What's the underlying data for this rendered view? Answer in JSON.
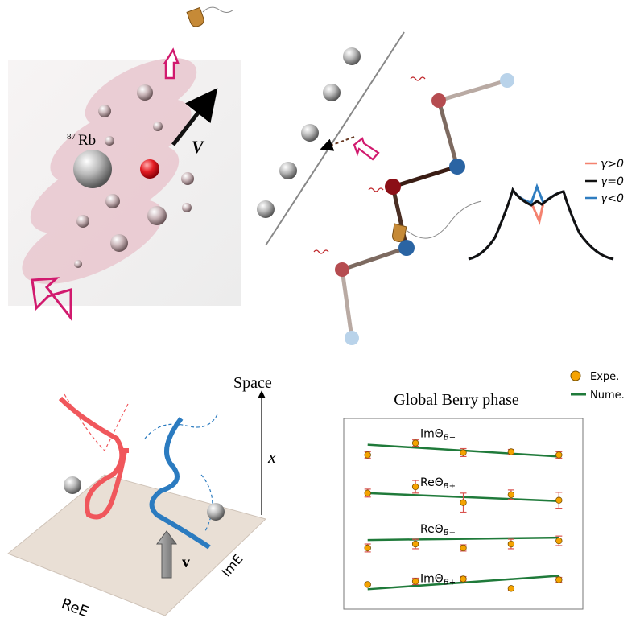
{
  "panel_a": {
    "isotope_mass": "87",
    "element": "Rb",
    "velocity_label": "V"
  },
  "panel_b": {
    "legend": [
      {
        "label": "γ>0",
        "color": "#f4826f"
      },
      {
        "label": "γ=0",
        "color": "#111111"
      },
      {
        "label": "γ<0",
        "color": "#2f7dc0"
      }
    ]
  },
  "panel_c": {
    "axis_vertical": "Space",
    "axis_vertical_var": "x",
    "axis_re": "ReE",
    "axis_im": "ImE",
    "velocity_label": "v",
    "colors": {
      "red": "#f0575c",
      "blue": "#2b7bc0"
    }
  },
  "chart_data": {
    "type": "scatter",
    "title": "Global Berry phase",
    "legend": [
      {
        "label": "Expe.",
        "marker": "circle",
        "color": "#f5a300"
      },
      {
        "label": "Nume.",
        "marker": "line",
        "color": "#1f7a3a"
      }
    ],
    "legend_placement": "top-right",
    "x": [
      0,
      1,
      2,
      3,
      4
    ],
    "xlim": [
      -0.5,
      4.5
    ],
    "ylim": [
      0,
      24
    ],
    "series": [
      {
        "name": "ImΘB−",
        "label_main": "ImΘ",
        "label_sub": "B−",
        "values": [
          19.4,
          20.9,
          19.7,
          19.8,
          19.4
        ],
        "errors": [
          0.4,
          0.4,
          0.5,
          0.3,
          0.4
        ],
        "line": [
          20.7,
          19.2
        ]
      },
      {
        "name": "ReΘB+",
        "label_main": "ReΘ",
        "label_sub": "B+",
        "values": [
          14.6,
          15.4,
          13.4,
          14.4,
          13.7
        ],
        "errors": [
          0.5,
          0.8,
          1.2,
          0.6,
          1.0
        ],
        "line": [
          14.6,
          13.6
        ]
      },
      {
        "name": "ReΘB−",
        "label_main": "ReΘ",
        "label_sub": "B−",
        "values": [
          7.7,
          8.2,
          7.7,
          8.2,
          8.6
        ],
        "errors": [
          0.5,
          0.6,
          0.4,
          0.6,
          0.6
        ],
        "line": [
          8.7,
          9.0
        ]
      },
      {
        "name": "ImΘB+",
        "label_main": "ImΘ",
        "label_sub": "B+",
        "values": [
          3.1,
          3.5,
          3.8,
          2.6,
          3.7
        ],
        "errors": [
          0.1,
          0.4,
          0.3,
          0.2,
          0.3
        ],
        "line": [
          2.5,
          4.2
        ]
      }
    ]
  }
}
